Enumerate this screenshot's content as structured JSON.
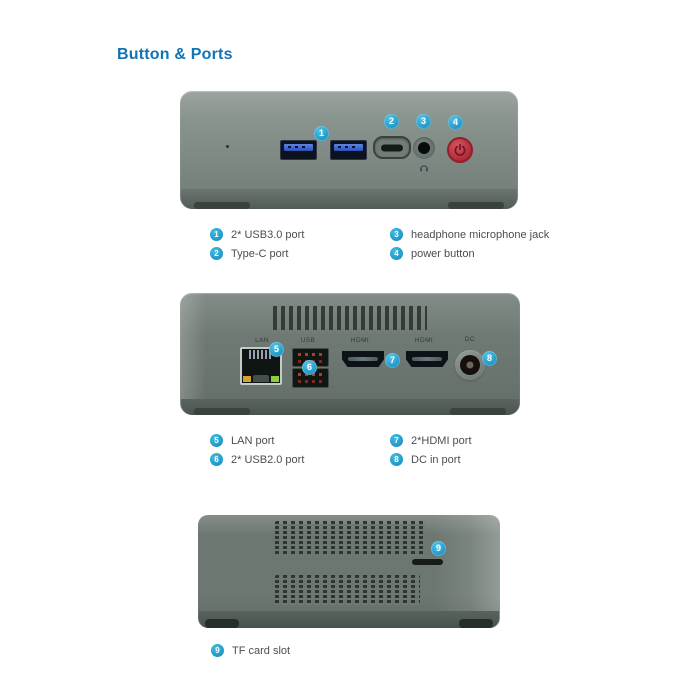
{
  "title": "Button & Ports",
  "colors": {
    "title_blue": "#1373b5",
    "callout_cyan": "#24a3d3",
    "device_gray": "#7e8882",
    "power_red": "#b02c38",
    "usb3_blue": "#3c63cf",
    "led_yellow": "#d2a42c",
    "led_green": "#8ccd3f"
  },
  "front": {
    "callouts": [
      "1",
      "2",
      "3",
      "4"
    ],
    "legend": [
      {
        "num": "1",
        "label": "2* USB3.0 port"
      },
      {
        "num": "2",
        "label": "Type-C port"
      },
      {
        "num": "3",
        "label": "headphone microphone jack"
      },
      {
        "num": "4",
        "label": "power button"
      }
    ]
  },
  "back": {
    "labels": {
      "lan": "LAN",
      "usb": "USB",
      "hdmi_left": "HDMI",
      "hdmi_right": "HDMI",
      "dc": "DC"
    },
    "callouts": [
      "5",
      "6",
      "7",
      "8"
    ],
    "legend": [
      {
        "num": "5",
        "label": "LAN port"
      },
      {
        "num": "6",
        "label": "2* USB2.0 port"
      },
      {
        "num": "7",
        "label": "2*HDMI port"
      },
      {
        "num": "8",
        "label": "DC in port"
      }
    ]
  },
  "bottom": {
    "callouts": [
      "9"
    ],
    "legend": [
      {
        "num": "9",
        "label": "TF card slot"
      }
    ]
  }
}
